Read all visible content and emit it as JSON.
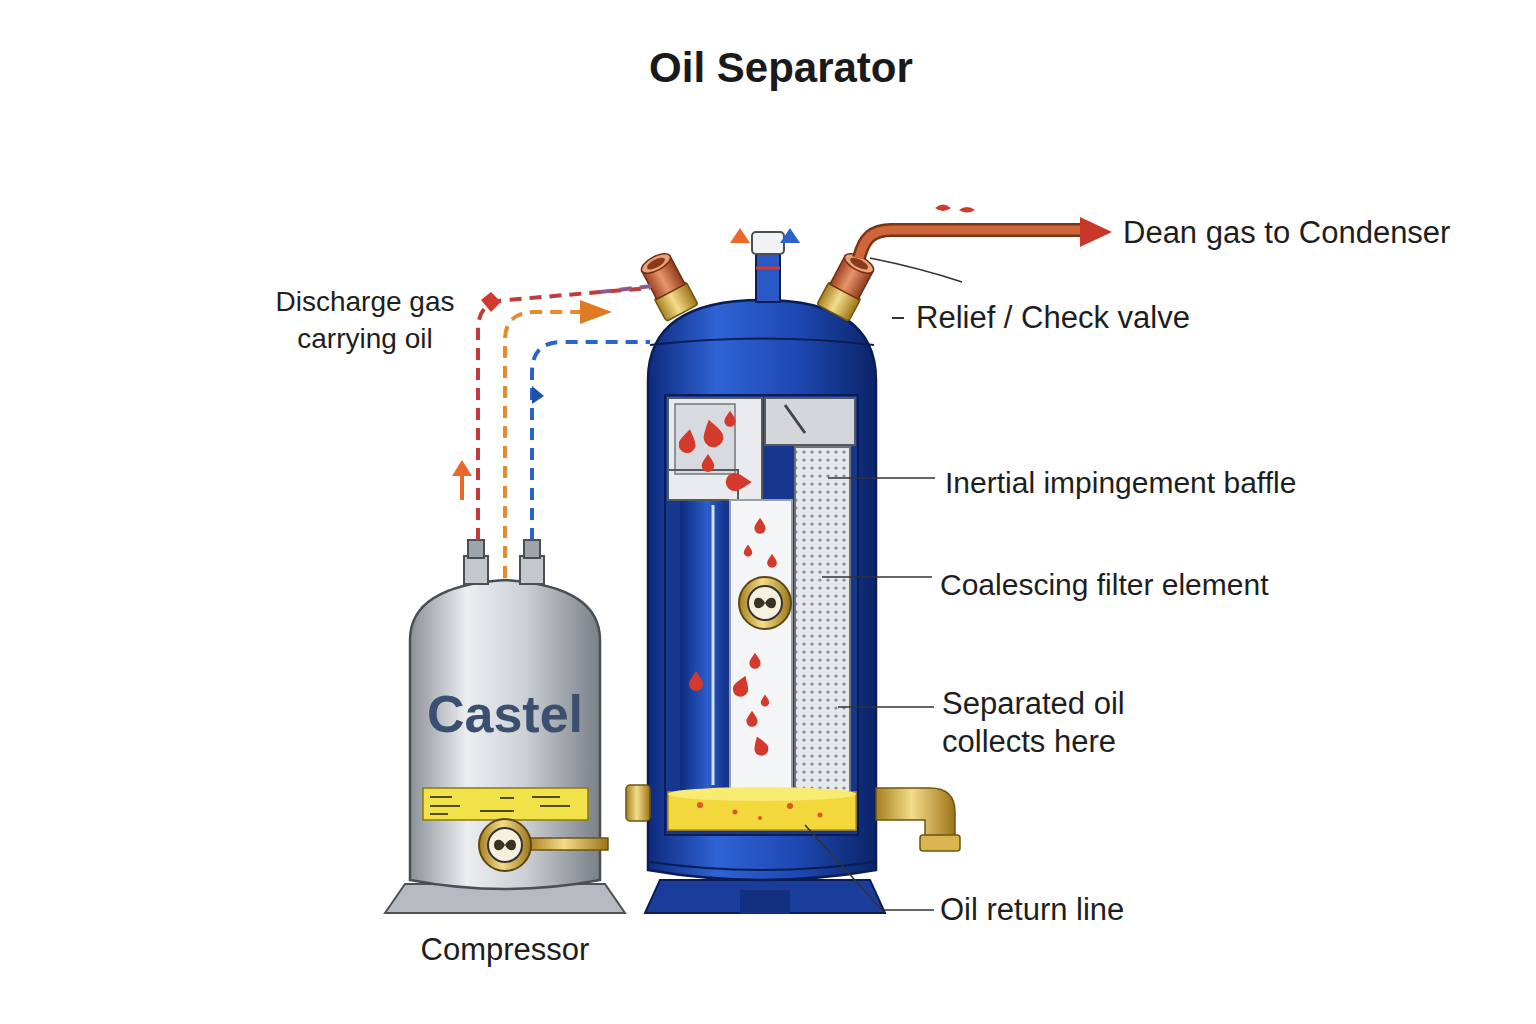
{
  "diagram": {
    "title": "Oil Separator",
    "nodes": [
      {
        "text": [
          "Castel",
          "Compressor"
        ]
      }
    ],
    "labels": [
      "Discharge gas carrying oil",
      "Dean gas to Condenser",
      "Relief / Check valve",
      "Inertial impingement baffle",
      "Coalescing filter element",
      "Separated oil collects here",
      "Oil return line"
    ]
  }
}
